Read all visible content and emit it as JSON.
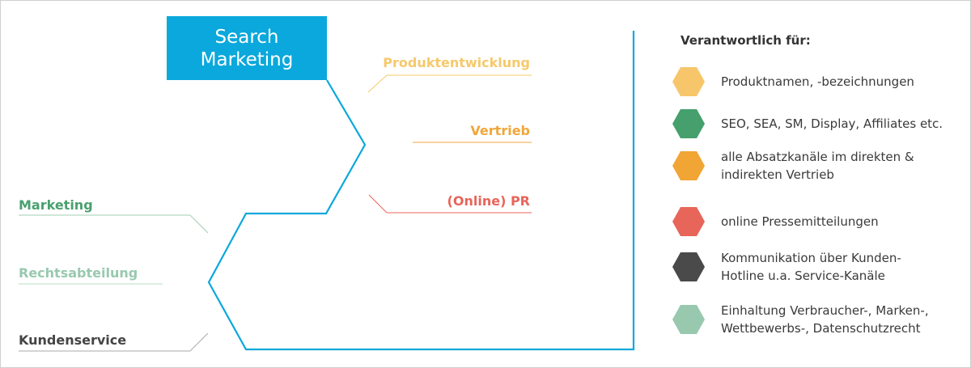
{
  "diagram": {
    "title": "Search\nMarketing",
    "accent_color": "#0aa8dc",
    "branches_right": [
      {
        "label": "Produktentwicklung",
        "color": "#f5c96b"
      },
      {
        "label": "Vertrieb",
        "color": "#f0a63a"
      },
      {
        "label": "(Online) PR",
        "color": "#e8655a"
      }
    ],
    "branches_left": [
      {
        "label": "Marketing",
        "color": "#4aa06f"
      },
      {
        "label": "Rechtsabteilung",
        "color": "#98c9ae"
      },
      {
        "label": "Kundenservice",
        "color": "#444444"
      }
    ]
  },
  "legend": {
    "title": "Verantwortlich für:",
    "items": [
      {
        "text": "Produktnamen, -bezeichnungen",
        "color": "#f7c66b",
        "icon": "hexagon-icon"
      },
      {
        "text": "SEO, SEA, SM, Display, Affiliates etc.",
        "color": "#45a06e",
        "icon": "hexagon-icon"
      },
      {
        "text": "alle Absatzkanäle im direkten &\nindirekten Vertrieb",
        "color": "#f1a534",
        "icon": "hexagon-icon"
      },
      {
        "text": "online Pressemitteilungen",
        "color": "#e8655a",
        "icon": "hexagon-icon"
      },
      {
        "text": "Kommunikation über Kunden-\nHotline u.a. Service-Kanäle",
        "color": "#4a4a4a",
        "icon": "hexagon-icon"
      },
      {
        "text": "Einhaltung Verbraucher-, Marken-,\nWettbewerbs-, Datenschutzrecht",
        "color": "#98c9ae",
        "icon": "hexagon-icon"
      }
    ]
  }
}
